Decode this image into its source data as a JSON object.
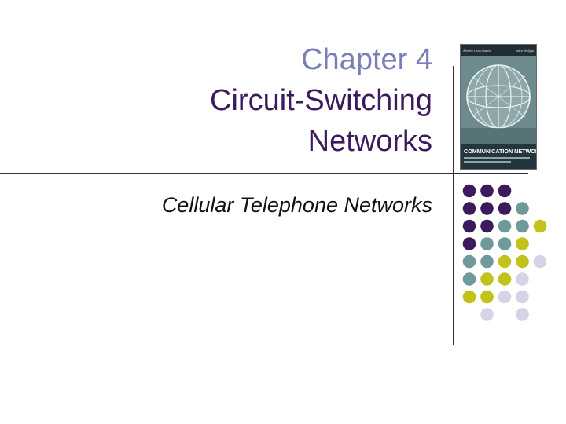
{
  "slide": {
    "title": {
      "line1": "Chapter 4",
      "line2": "Circuit-Switching",
      "line3": "Networks"
    },
    "subtitle": "Cellular Telephone Networks",
    "book_cover": {
      "title": "COMMUNICATION NETWORKS",
      "authors_left": "Alberto Leon-Garcia",
      "authors_right": "Indra Widjaja"
    }
  },
  "colors": {
    "title_light": "#7b7fb8",
    "title_dark": "#3d1a5e",
    "dot_purple": "#3d1a5e",
    "dot_teal": "#6f9a9a",
    "dot_olive": "#c3c21b",
    "dot_lavender": "#d4d4e6"
  },
  "dot_grid": [
    [
      "purple",
      "purple",
      "purple",
      null,
      null
    ],
    [
      "purple",
      "purple",
      "purple",
      "teal",
      null
    ],
    [
      "purple",
      "purple",
      "teal",
      "teal",
      "olive"
    ],
    [
      "purple",
      "teal",
      "teal",
      "olive",
      null
    ],
    [
      "teal",
      "teal",
      "olive",
      "olive",
      "lavender"
    ],
    [
      "teal",
      "olive",
      "olive",
      "lavender",
      null
    ],
    [
      "olive",
      "olive",
      "lavender",
      "lavender",
      null
    ],
    [
      null,
      "lavender",
      null,
      "lavender",
      null
    ]
  ]
}
